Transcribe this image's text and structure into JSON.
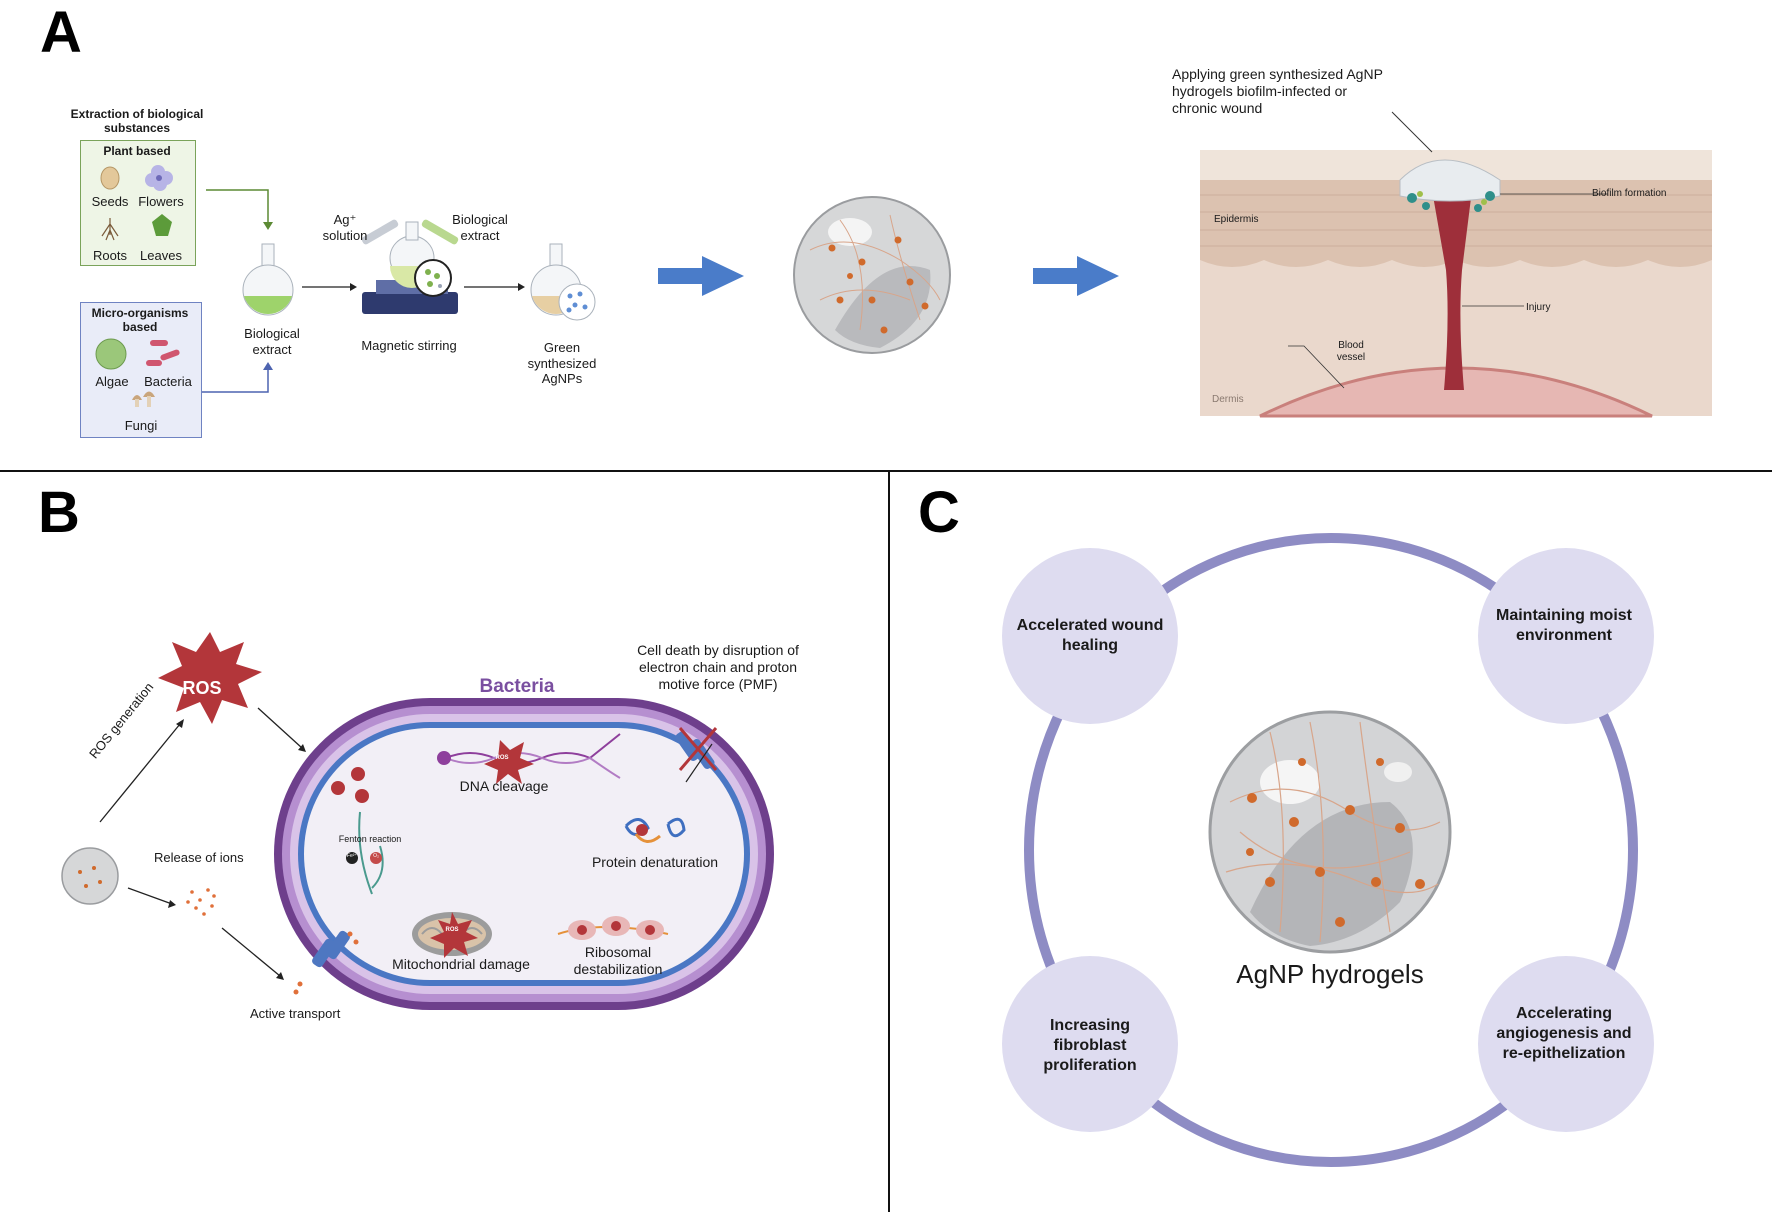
{
  "panel_a": {
    "letter": "A",
    "extraction_title": "Extraction of biological substances",
    "plant_box": {
      "title": "Plant based",
      "items": [
        "Seeds",
        "Flowers",
        "Roots",
        "Leaves"
      ]
    },
    "micro_box": {
      "title": "Micro-organisms based",
      "items": [
        "Algae",
        "Bacteria",
        "Fungi"
      ]
    },
    "biological_extract": "Biological extract",
    "ag_solution": "Ag⁺ solution",
    "biological_extract_2": "Biological extract",
    "magnetic_stirring": "Magnetic stirring",
    "green_agnps": "Green synthesized AgNPs",
    "wound_caption": "Applying green synthesized AgNP hydrogels biofilm-infected or chronic wound",
    "skin_labels": {
      "epidermis": "Epidermis",
      "biofilm": "Biofilm formation",
      "injury": "Injury",
      "blood_vessel": "Blood vessel",
      "dermis": "Dermis"
    }
  },
  "panel_b": {
    "letter": "B",
    "ros": "ROS",
    "ros_generation": "ROS generation",
    "release_of_ions": "Release of ions",
    "active_transport": "Active transport",
    "bacteria": "Bacteria",
    "cell_death": "Cell death by disruption of electron chain and proton motive force (PMF)",
    "fenton": "Fenton reaction",
    "fe": "Fe²⁺",
    "o2": "O₂",
    "dna": "DNA cleavage",
    "protein": "Protein denaturation",
    "mito": "Mitochondrial damage",
    "ribosomal": "Ribosomal destabilization",
    "ros_small": "ROS"
  },
  "panel_c": {
    "letter": "C",
    "center": "AgNP hydrogels",
    "benefits": [
      "Accelerated wound healing",
      "Maintaining moist environment",
      "Increasing fibroblast proliferation",
      "Accelerating angiogenesis and re-epithelization"
    ]
  },
  "colors": {
    "arrow_blue": "#4a7cc9",
    "ros_red": "#b3363a",
    "bacteria_purple": "#7a4fa0",
    "ring_purple": "#8e8cc4",
    "circle_fill": "#dedcf0"
  }
}
